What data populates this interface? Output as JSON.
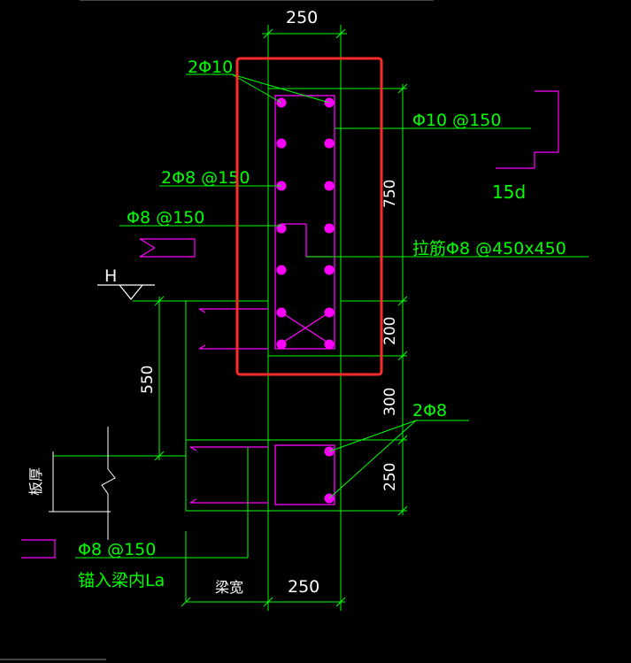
{
  "drawing": {
    "top_width_dim": "250",
    "bottom_width_dim": "250",
    "beam_width_label": "梁宽",
    "height_750": "750",
    "height_200": "200",
    "height_300": "300",
    "height_250": "250",
    "height_550": "550",
    "slab_thickness_label": "板厚",
    "elevation_label": "H",
    "top_bars": "2Φ10",
    "stirrups_main": "Φ10 @150",
    "side_bars": "2Φ8 @150",
    "left_stirrups": "Φ8 @150",
    "tie_bars": "拉筋Φ8 @450x450",
    "bottom_bars": "2Φ8",
    "anchor_length": "15d",
    "slab_rebar": "Φ8 @150",
    "anchor_note": "锚入梁内La"
  },
  "colors": {
    "background": "#000000",
    "lines": "#00ff00",
    "rebar_dots": "#ff00ff",
    "rebar_outline": "#ff00ff",
    "dimension_text": "#ffffff",
    "highlight_box": "#ff2a2a"
  }
}
